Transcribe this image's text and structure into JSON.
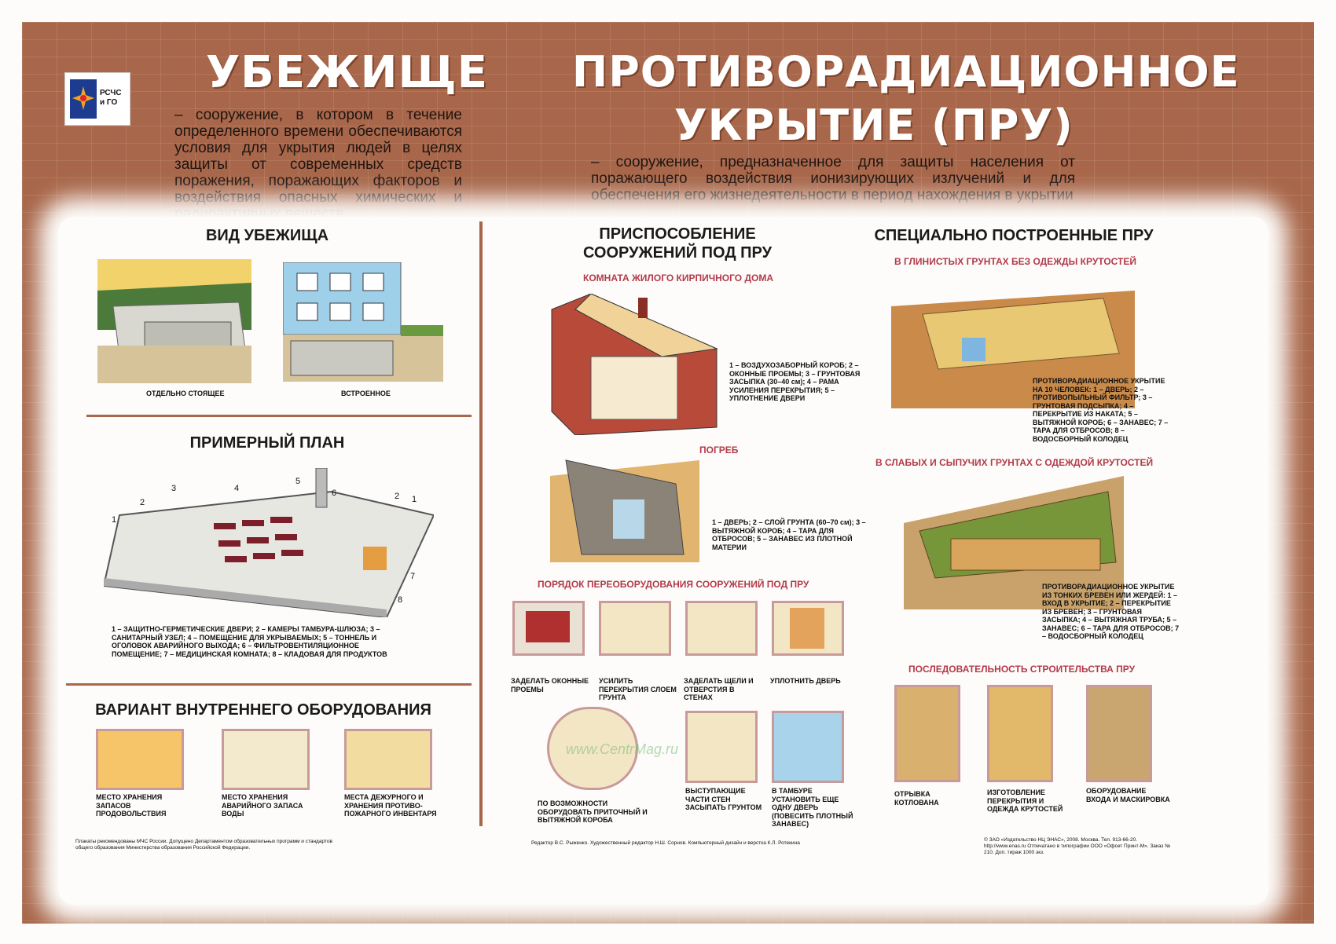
{
  "logo": {
    "text_line1": "РСЧС",
    "text_line2": "и ГО",
    "icon": "mchs-star-icon"
  },
  "shelter": {
    "title": "УБЕЖИЩЕ",
    "definition": "– сооружение, в котором в течение определенного времени обеспечиваются условия для укрытия людей в целях защиты от современных средств поражения, поражающих факторов и воздействия опасных химических и радиоактивных веществ"
  },
  "pru": {
    "title_line1": "ПРОТИВОРАДИАЦИОННОЕ",
    "title_line2": "УКРЫТИЕ (ПРУ)",
    "definition": "– сооружение, предназначенное для защиты населения от поражающего воздействия ионизирующих излучений и для обеспечения его жизнедеятельности в период нахождения в укрытии"
  },
  "left": {
    "view_title": "ВИД УБЕЖИЩА",
    "view_captions": [
      "ОТДЕЛЬНО СТОЯЩЕЕ",
      "ВСТРОЕННОЕ"
    ],
    "plan_title": "ПРИМЕРНЫЙ ПЛАН",
    "plan_numbers": [
      "1",
      "2",
      "3",
      "4",
      "5",
      "6",
      "2",
      "1",
      "7",
      "8"
    ],
    "plan_legend": "1 – ЗАЩИТНО-ГЕРМЕТИЧЕСКИЕ ДВЕРИ; 2 – КАМЕРЫ ТАМБУРА-ШЛЮЗА; 3 – САНИТАРНЫЙ УЗЕЛ; 4 – ПОМЕЩЕНИЕ ДЛЯ УКРЫВАЕМЫХ; 5 – ТОННЕЛЬ И ОГОЛОВОК АВАРИЙНОГО ВЫХОДА; 6 – ФИЛЬТРОВЕНТИЛЯЦИОННОЕ ПОМЕЩЕНИЕ; 7 – МЕДИЦИНСКАЯ КОМНАТА; 8 – КЛАДОВАЯ ДЛЯ ПРОДУКТОВ",
    "equip_title": "ВАРИАНТ ВНУТРЕННЕГО ОБОРУДОВАНИЯ",
    "equip_captions": [
      "МЕСТО ХРАНЕНИЯ ЗАПАСОВ ПРОДОВОЛЬСТВИЯ",
      "МЕСТО ХРАНЕНИЯ АВАРИЙНОГО ЗАПАСА ВОДЫ",
      "МЕСТА ДЕЖУРНОГО И ХРАНЕНИЯ ПРОТИВО-ПОЖАРНОГО ИНВЕНТАРЯ"
    ]
  },
  "middle": {
    "title": "ПРИСПОСОБЛЕНИЕ СООРУЖЕНИЙ ПОД ПРУ",
    "room_sub": "КОМНАТА ЖИЛОГО КИРПИЧНОГО ДОМА",
    "room_legend": "1 – ВОЗДУХОЗАБОРНЫЙ КОРОБ; 2 – ОКОННЫЕ ПРОЕМЫ; 3 – ГРУНТОВАЯ ЗАСЫПКА (30–40 см); 4 – РАМА УСИЛЕНИЯ ПЕРЕКРЫТИЯ; 5 – УПЛОТНЕНИЕ ДВЕРИ",
    "cellar_sub": "ПОГРЕБ",
    "cellar_legend": "1 – ДВЕРЬ; 2 – СЛОЙ ГРУНТА (60–70 см); 3 – ВЫТЯЖНОЙ КОРОБ; 4 – ТАРА ДЛЯ ОТБРОСОВ; 5 – ЗАНАВЕС ИЗ ПЛОТНОЙ МАТЕРИИ",
    "order_sub": "ПОРЯДОК ПЕРЕОБОРУДОВАНИЯ СООРУЖЕНИЙ ПОД ПРУ",
    "steps": [
      "ЗАДЕЛАТЬ ОКОННЫЕ ПРОЕМЫ",
      "УСИЛИТЬ ПЕРЕКРЫТИЯ СЛОЕМ ГРУНТА",
      "ЗАДЕЛАТЬ ЩЕЛИ И ОТВЕРСТИЯ В СТЕНАХ",
      "УПЛОТНИТЬ ДВЕРЬ",
      "ПО ВОЗМОЖНОСТИ ОБОРУДОВАТЬ ПРИТОЧНЫЙ И ВЫТЯЖНОЙ КОРОБА",
      "ВЫСТУПАЮЩИЕ ЧАСТИ СТЕН ЗАСЫПАТЬ ГРУНТОМ",
      "В ТАМБУРЕ УСТАНОВИТЬ ЕЩЕ ОДНУ ДВЕРЬ (ПОВЕСИТЬ ПЛОТНЫЙ ЗАНАВЕС)"
    ]
  },
  "right": {
    "title": "СПЕЦИАЛЬНО ПОСТРОЕННЫЕ ПРУ",
    "clay_sub": "В ГЛИНИСТЫХ ГРУНТАХ БЕЗ ОДЕЖДЫ КРУТОСТЕЙ",
    "clay_legend": "ПРОТИВОРАДИАЦИОННОЕ УКРЫТИЕ НА 10 ЧЕЛОВЕК: 1 – ДВЕРЬ; 2 – ПРОТИВОПЫЛЬНЫЙ ФИЛЬТР; 3 – ГРУНТОВАЯ ПОДСЫПКА; 4 – ПЕРЕКРЫТИЕ ИЗ НАКАТА; 5 – ВЫТЯЖНОЙ КОРОБ; 6 – ЗАНАВЕС; 7 – ТАРА ДЛЯ ОТБРОСОВ; 8 – ВОДОСБОРНЫЙ КОЛОДЕЦ",
    "loose_sub": "В СЛАБЫХ И СЫПУЧИХ ГРУНТАХ С ОДЕЖДОЙ КРУТОСТЕЙ",
    "loose_legend": "ПРОТИВОРАДИАЦИОННОЕ УКРЫТИЕ ИЗ ТОНКИХ БРЕВЕН ИЛИ ЖЕРДЕЙ: 1 – ВХОД В УКРЫТИЕ; 2 – ПЕРЕКРЫТИЕ ИЗ БРЕВЕН; 3 – ГРУНТОВАЯ ЗАСЫПКА; 4 – ВЫТЯЖНАЯ ТРУБА; 5 – ЗАНАВЕС; 6 – ТАРА ДЛЯ ОТБРОСОВ; 7 – ВОДОСБОРНЫЙ КОЛОДЕЦ",
    "seq_sub": "ПОСЛЕДОВАТЕЛЬНОСТЬ СТРОИТЕЛЬСТВА ПРУ",
    "seq_steps": [
      "ОТРЫВКА КОТЛОВАНА",
      "ИЗГОТОВЛЕНИЕ ПЕРЕКРЫТИЯ И ОДЕЖДА КРУТОСТЕЙ",
      "ОБОРУДОВАНИЕ ВХОДА И МАСКИРОВКА"
    ]
  },
  "footer": {
    "left": "Плакаты рекомендованы МЧС России. Допущено Департаментом образовательных программ и стандартов общего образования Министерства образования Российской Федерации.",
    "middle": "Редактор В.С. Рыженко. Художественный редактор Н.Ш. Сорнов. Компьютерный дизайн и верстка К.Л. Ротекина",
    "right": "© ЗАО «Издательство НЦ ЭНАС», 2008. Москва. Тел. 913-66-20. http://www.enas.ru Отпечатано в типографии ООО «Офсет Принт-М». Заказ № 210. Доп. тираж 1000 экз."
  },
  "watermark": "www.CentrMag.ru"
}
